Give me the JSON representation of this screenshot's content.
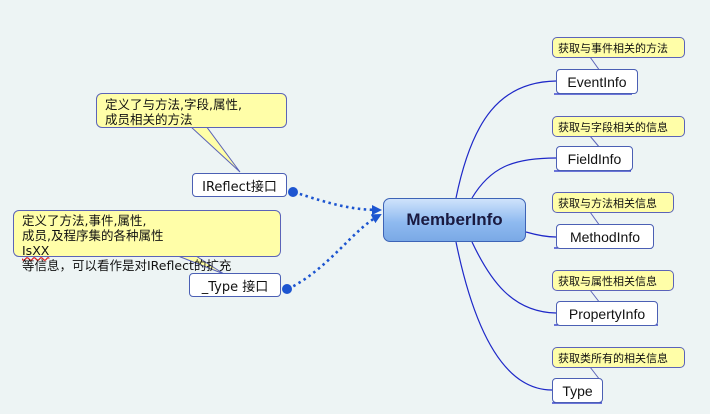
{
  "center": {
    "label": "MemberInfo"
  },
  "branches": [
    {
      "label": "EventInfo",
      "note": "获取与事件相关的方法"
    },
    {
      "label": "FieldInfo",
      "note": "获取与字段相关的信息"
    },
    {
      "label": "MethodInfo",
      "note": "获取与方法相关信息"
    },
    {
      "label": "PropertyInfo",
      "note": "获取与属性相关信息"
    },
    {
      "label": "Type",
      "note": "获取类所有的相关信息"
    }
  ],
  "interfaces": [
    {
      "label": "IReflect接口",
      "note_lines": [
        "定义了与方法,字段,属性,",
        "成员相关的方法"
      ]
    },
    {
      "label": "_Type 接口",
      "note_lines": [
        "定义了方法,事件,属性,",
        "成员,及程序集的各种属性",
        "IsXX",
        "等信息，可以看作是对IReflect的扩充"
      ]
    }
  ],
  "colors": {
    "branch_line": "#1e28c8",
    "dotted_link": "#1d55d0",
    "note_fill": "#fffea8",
    "center_fill": "#8fbaf0"
  }
}
